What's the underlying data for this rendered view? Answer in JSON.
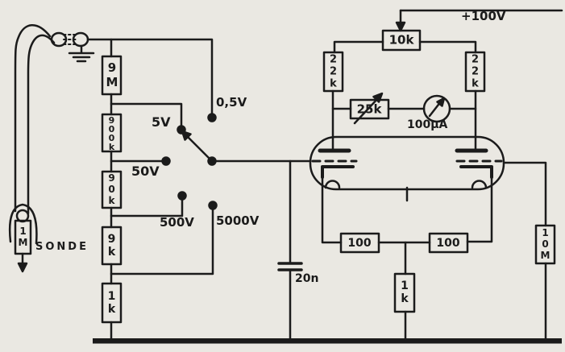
{
  "meta": {
    "description": "Hand-drawn vacuum-tube voltmeter schematic",
    "ink_color": "#1b1b1b",
    "paper_color": "#eae8e2"
  },
  "labels": {
    "probe_name": "SONDE",
    "r_probe": "1M",
    "r_9m": "9M",
    "r_900k": "900k",
    "r_90k": "90k",
    "r_9k": "9k",
    "r_1k_divider": "1k",
    "range_05": "0,5V",
    "range_5": "5V",
    "range_50": "50V",
    "range_500": "500V",
    "range_5000": "5000V",
    "supply": "+100V",
    "r_10k": "10k",
    "r_22k_left": "22k",
    "r_22k_right": "22k",
    "r_25k": "25k",
    "meter": "100µA",
    "capacitor": "20n",
    "r_100_left": "100",
    "r_100_right": "100",
    "r_1k_cathode": "1k",
    "r_10m": "10M"
  },
  "circuit": {
    "range_positions": [
      "0,5V",
      "5V",
      "50V",
      "500V",
      "5000V"
    ],
    "selected_range": "5V",
    "divider_resistors": [
      "9M",
      "900k",
      "90k",
      "9k",
      "1k"
    ],
    "probe_resistor": "1M",
    "supply_voltage": "+100V",
    "meter_full_scale": "100µA"
  }
}
